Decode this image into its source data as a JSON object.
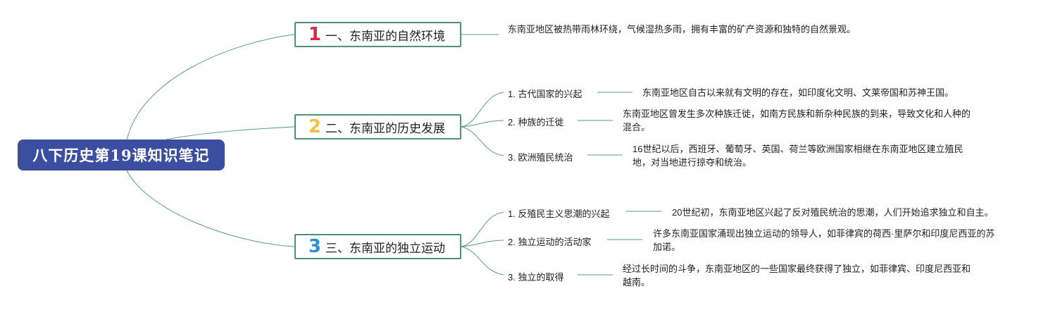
{
  "root": {
    "title": "八下历史第19课知识笔记"
  },
  "branches": [
    {
      "num": "1",
      "num_color": "#d72a3d",
      "title": "一、东南亚的自然环境",
      "desc": "东南亚地区被热带雨林环绕，气候湿热多雨，拥有丰富的矿产资源和独特的自然景观。"
    },
    {
      "num": "2",
      "num_color": "#f2c14a",
      "title": "二、东南亚的历史发展",
      "items": [
        {
          "label": "1. 古代国家的兴起",
          "desc": "东南亚地区自古以来就有文明的存在，如印度化文明、文莱帝国和苏神王国。"
        },
        {
          "label": "2. 种族的迁徙",
          "desc": "东南亚地区曾发生多次种族迁徙，如南方民族和新杂种民族的到来，导致文化和人种的混合。"
        },
        {
          "label": "3. 欧洲殖民统治",
          "desc": "16世纪以后，西班牙、葡萄牙、英国、荷兰等欧洲国家相继在东南亚地区建立殖民地，对当地进行掠夺和统治。"
        }
      ]
    },
    {
      "num": "3",
      "num_color": "#2b8fd0",
      "title": "三、东南亚的独立运动",
      "items": [
        {
          "label": "1. 反殖民主义思潮的兴起",
          "desc": "20世纪初，东南亚地区兴起了反对殖民统治的思潮，人们开始追求独立和自主。"
        },
        {
          "label": "2. 独立运动的活动家",
          "desc": "许多东南亚国家涌现出独立运动的领导人，如菲律宾的荷西·里萨尔和印度尼西亚的苏加诺。"
        },
        {
          "label": "3. 独立的取得",
          "desc": "经过长时间的斗争，东南亚地区的一些国家最终获得了独立，如菲律宾、印度尼西亚和越南。"
        }
      ]
    }
  ],
  "colors": {
    "root_bg": "#3c4ea0",
    "line": "#4f8f7e"
  }
}
